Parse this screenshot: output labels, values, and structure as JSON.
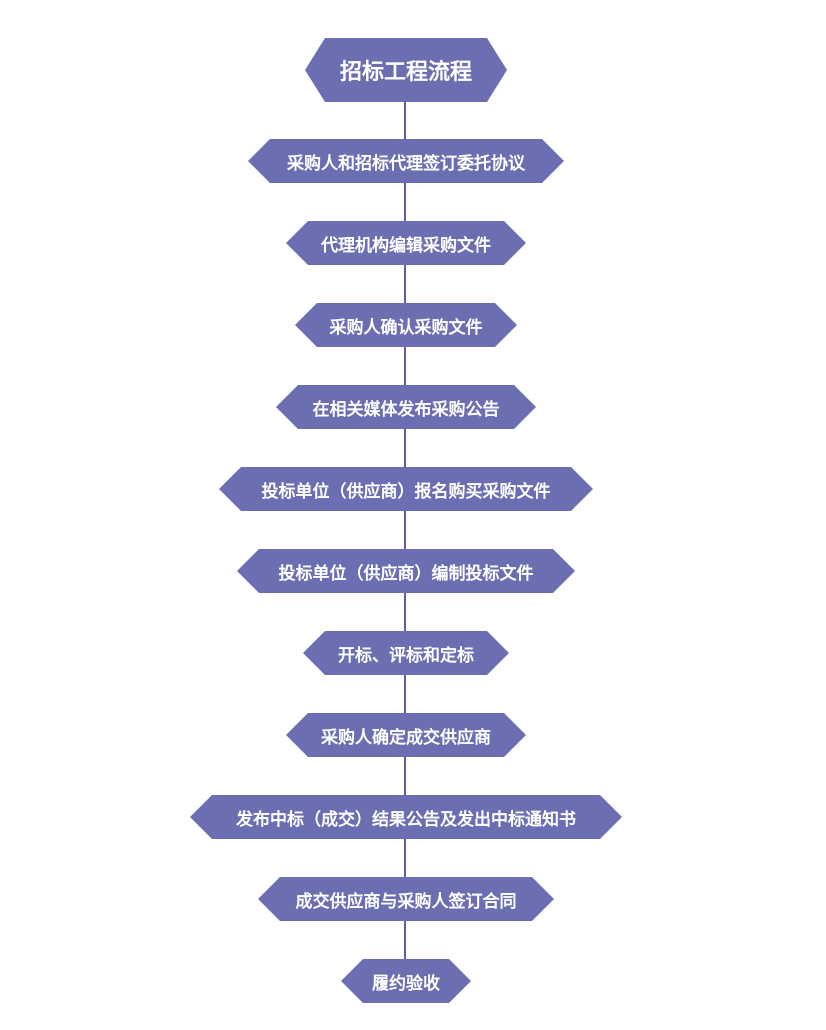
{
  "flowchart": {
    "title": "招标工程流程",
    "steps": [
      "采购人和招标代理签订委托协议",
      "代理机构编辑采购文件",
      "采购人确认采购文件",
      "在相关媒体发布采购公告",
      "投标单位（供应商）报名购买采购文件",
      "投标单位（供应商）编制投标文件",
      "开标、评标和定标",
      "采购人确定成交供应商",
      "发布中标（成交）结果公告及发出中标通知书",
      "成交供应商与采购人签订合同",
      "履约验收"
    ]
  },
  "colors": {
    "node_fill": "#6b6fb2",
    "connector": "#5c5f9e",
    "text": "#ffffff"
  }
}
